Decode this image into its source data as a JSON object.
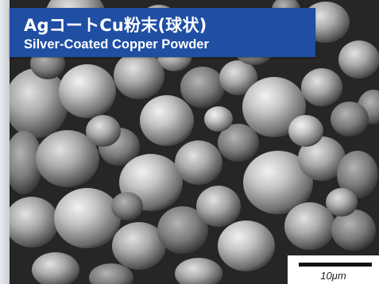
{
  "title": {
    "japanese": "AgコートCu粉末(球状)",
    "english": "Silver-Coated Copper Powder"
  },
  "scale_bar": {
    "label": "10μm"
  },
  "colors": {
    "title_background": "#1f4ea3",
    "title_text": "#ffffff",
    "scale_background": "#ffffff",
    "scale_bar": "#111111"
  }
}
